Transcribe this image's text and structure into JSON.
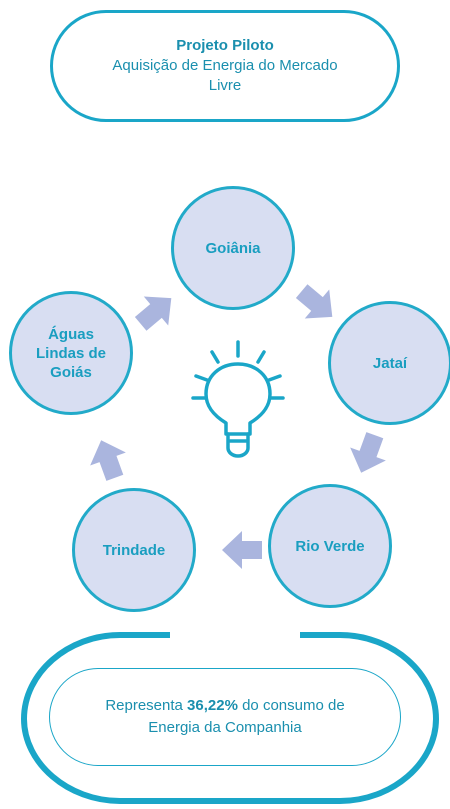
{
  "header": {
    "title": "Projeto Piloto",
    "subtitle": "Aquisição de Energia do Mercado Livre"
  },
  "cycle": [
    {
      "id": "goiania",
      "label": "Goiânia"
    },
    {
      "id": "jatai",
      "label": "Jataí"
    },
    {
      "id": "rio-verde",
      "label": "Rio Verde"
    },
    {
      "id": "trindade",
      "label": "Trindade"
    },
    {
      "id": "aguas-lindas",
      "label": "Águas Lindas de Goiás"
    }
  ],
  "center_icon": "lightbulb-icon",
  "footer": {
    "prefix": "Representa ",
    "highlight": "36,22%",
    "suffix": " do consumo de Energia da Companhia"
  },
  "colors": {
    "accent": "#1aa6c8",
    "node_fill": "#d8def2",
    "arrow_fill": "#aab5de",
    "text": "#1a8fae"
  }
}
